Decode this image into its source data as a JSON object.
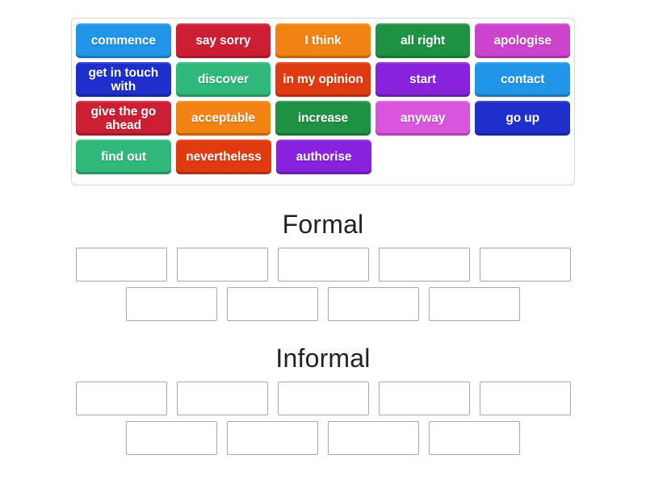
{
  "activity": {
    "type": "group-sort",
    "title": ""
  },
  "wordbank": {
    "name": "word-bank",
    "rows": [
      [
        {
          "label": "commence",
          "color": "#2196E8"
        },
        {
          "label": "say sorry",
          "color": "#CC1F33"
        },
        {
          "label": "I think",
          "color": "#F28313"
        },
        {
          "label": "all right",
          "color": "#1E9142"
        },
        {
          "label": "apologise",
          "color": "#CC44CC"
        }
      ],
      [
        {
          "label": "get in touch with",
          "color": "#1F2FCC"
        },
        {
          "label": "discover",
          "color": "#2FB87A"
        },
        {
          "label": "in my opinion",
          "color": "#E03A10"
        },
        {
          "label": "start",
          "color": "#8822DD"
        },
        {
          "label": "contact",
          "color": "#2196E8"
        }
      ],
      [
        {
          "label": "give the go ahead",
          "color": "#CC1F33"
        },
        {
          "label": "acceptable",
          "color": "#F28313"
        },
        {
          "label": "increase",
          "color": "#1E9142"
        },
        {
          "label": "anyway",
          "color": "#D955DD"
        },
        {
          "label": "go up",
          "color": "#1F2FCC"
        }
      ],
      [
        {
          "label": "find out",
          "color": "#2FB87A"
        },
        {
          "label": "nevertheless",
          "color": "#E03A10"
        },
        {
          "label": "authorise",
          "color": "#8822DD"
        }
      ]
    ]
  },
  "groups": [
    {
      "id": "formal",
      "title": "Formal",
      "slot_rows": [
        5,
        4
      ],
      "slots": [
        "",
        "",
        "",
        "",
        "",
        "",
        "",
        "",
        ""
      ]
    },
    {
      "id": "informal",
      "title": "Informal",
      "slot_rows": [
        5,
        4
      ],
      "slots": [
        "",
        "",
        "",
        "",
        "",
        "",
        "",
        "",
        ""
      ]
    }
  ],
  "colors": {
    "page_background": "#FFFFFF",
    "container_border": "#D6D6D6",
    "dropbox_border": "#A9A9A9",
    "heading_text": "#222222",
    "tile_text": "#FFFFFF"
  }
}
